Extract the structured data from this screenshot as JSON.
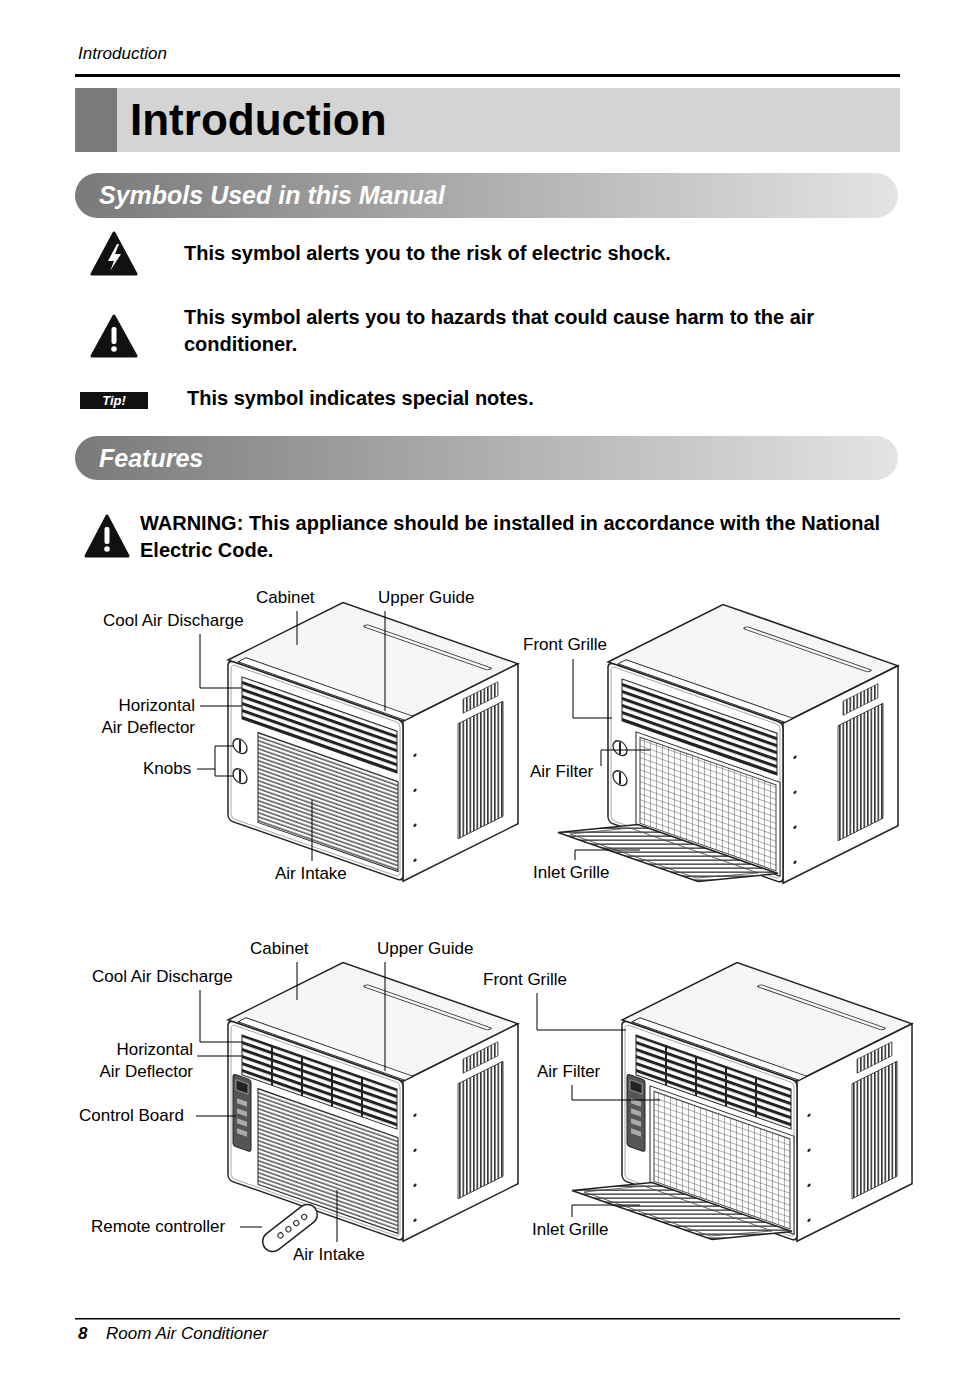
{
  "diagram": {
    "title": "Introduction",
    "nodes": [
      {
        "text": [
          "Symbols Used in this Manual"
        ]
      },
      {
        "text": [
          "Tip!"
        ]
      },
      {
        "text": [
          "Features"
        ]
      }
    ],
    "labels": [
      "Introduction",
      "This symbol alerts you to the risk of electric shock.",
      "This symbol alerts you to hazards that could cause harm to the air conditioner.",
      "This symbol indicates special notes.",
      "WARNING: This appliance should be installed in accordance with the National Electric Code.",
      "Cabinet",
      "Upper Guide",
      "Cool Air Discharge",
      "Front Grille",
      "Horizontal Air Deflector",
      "Knobs",
      "Air Filter",
      "Air Intake",
      "Inlet Grille",
      "Cabinet",
      "Upper Guide",
      "Cool Air Discharge",
      "Front Grille",
      "Horizontal Air Deflector",
      "Air Filter",
      "Control Board",
      "Remote controller",
      "Inlet Grille",
      "Air Intake",
      "8",
      "Room Air Conditioner"
    ]
  }
}
